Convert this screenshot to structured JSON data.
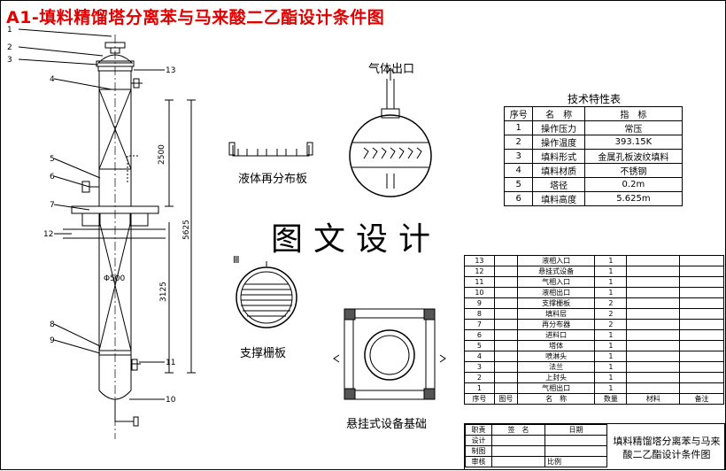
{
  "title": "A1-填料精馏塔分离苯与马来酸二乙酯设计条件图",
  "watermark": "图文设计",
  "captions": {
    "gas_outlet": "气体出口",
    "liquid_redistributor": "液体再分布板",
    "support_grid": "支撑栅板",
    "suspended_base": "悬挂式设备基础",
    "section_mark": "Ⅲ"
  },
  "dimensions": {
    "d2500": "2500",
    "d5625": "5625",
    "d3125": "3125",
    "d500": "Φ500"
  },
  "callouts": [
    "1",
    "2",
    "3",
    "4",
    "5",
    "6",
    "7",
    "8",
    "9",
    "10",
    "11",
    "12",
    "13"
  ],
  "tech_table": {
    "caption": "技术特性表",
    "headers": [
      "序号",
      "名　称",
      "指　标"
    ],
    "rows": [
      [
        "1",
        "操作压力",
        "常压"
      ],
      [
        "2",
        "操作温度",
        "393.15K"
      ],
      [
        "3",
        "填料形式",
        "金属孔板波纹填料"
      ],
      [
        "4",
        "填料材质",
        "不锈钢"
      ],
      [
        "5",
        "塔径",
        "0.2m"
      ],
      [
        "6",
        "填料高度",
        "5.625m"
      ]
    ]
  },
  "bom": {
    "rows": [
      [
        "13",
        "液相入口",
        "1"
      ],
      [
        "12",
        "悬挂式设备",
        "1"
      ],
      [
        "11",
        "气相入口",
        "1"
      ],
      [
        "10",
        "液相出口",
        "1"
      ],
      [
        "9",
        "支撑栅板",
        "2"
      ],
      [
        "8",
        "填料层",
        "2"
      ],
      [
        "7",
        "再分布器",
        "2"
      ],
      [
        "6",
        "进料口",
        "1"
      ],
      [
        "5",
        "塔体",
        "1"
      ],
      [
        "4",
        "喷淋头",
        "1"
      ],
      [
        "3",
        "法兰",
        "1"
      ],
      [
        "2",
        "上封头",
        "1"
      ],
      [
        "1",
        "气相出口",
        "1"
      ]
    ],
    "headers": [
      "序号",
      "图号",
      "名　称",
      "数量",
      "材料",
      "备注"
    ]
  },
  "title_block": {
    "labels": [
      "职责",
      "签　名",
      "日期",
      "设计",
      "制图",
      "审核",
      "比例"
    ],
    "drawing_title": "填料精馏塔分离苯与马来酸二乙酯设计条件图"
  }
}
